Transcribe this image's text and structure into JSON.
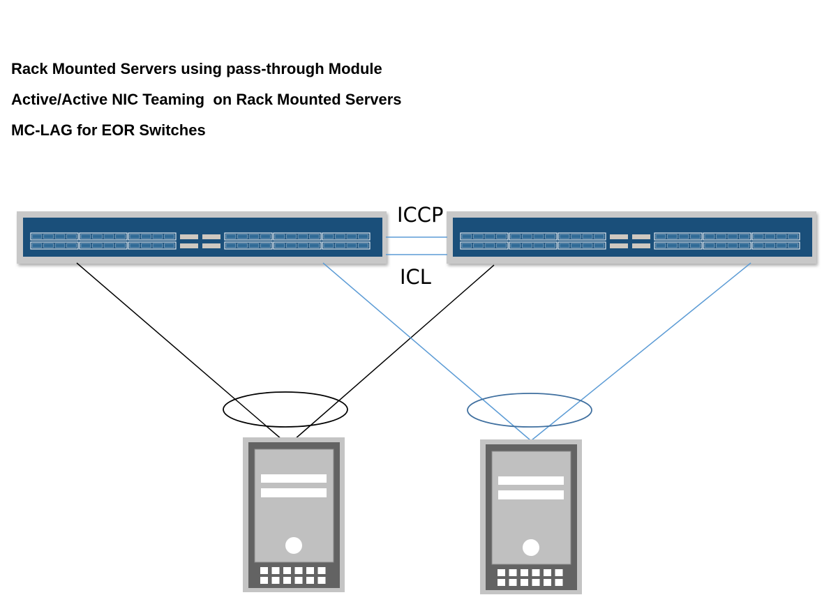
{
  "titles": [
    "Rack Mounted Servers using pass-through Module",
    "Active/Active NIC Teaming  on Rack Mounted Servers",
    "MC-LAG for EOR Switches"
  ],
  "labels": {
    "iccp": "ICCP",
    "icl": "ICL"
  },
  "colors": {
    "switch_face": "#1a4f7a",
    "switch_frame": "#c8c8c8",
    "link_blue": "#5b9bd5",
    "link_black": "#000000",
    "lag_blue": "#3f6f9f",
    "server_dark": "#636363",
    "server_light": "#c0c0c0"
  }
}
